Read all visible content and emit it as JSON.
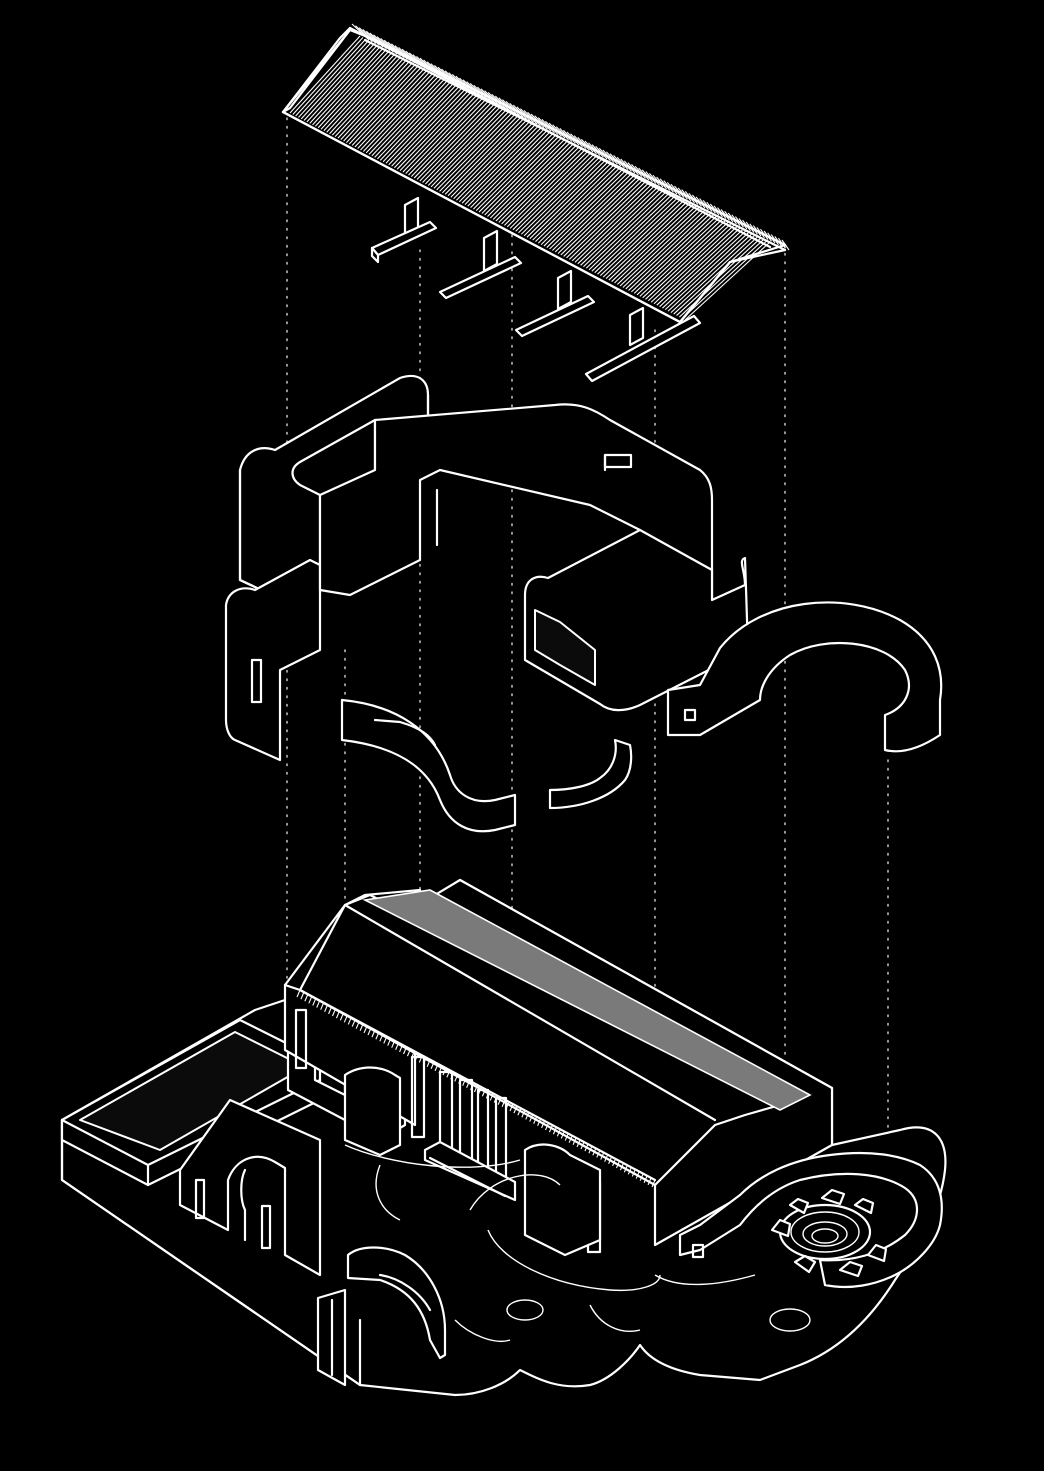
{
  "diagram": {
    "type": "exploded axonometric",
    "background": "#000000",
    "line_color": "#ffffff",
    "components": [
      "roof-tiles",
      "roof-purlins",
      "curved-walls",
      "floor-fragments",
      "ground-plan"
    ]
  }
}
